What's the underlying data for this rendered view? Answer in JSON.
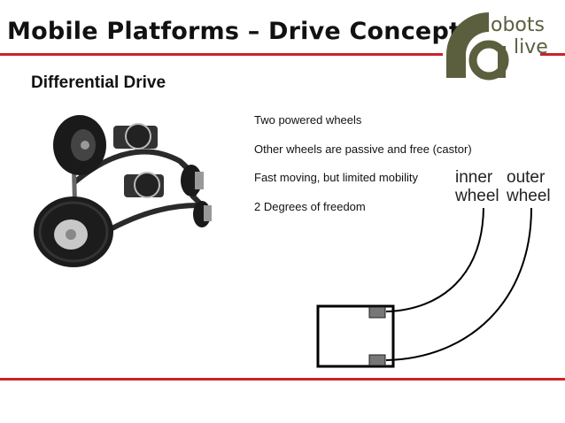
{
  "slide": {
    "title": "Mobile Platforms – Drive Concepts",
    "subtitle": "Differential Drive",
    "bullets": [
      "Two powered wheels",
      "Other wheels are passive and free (castor)",
      "Fast moving, but limited mobility",
      "2 Degrees of freedom"
    ]
  },
  "logo": {
    "text_top": "obots",
    "text_bottom": "live",
    "color": "#5b5f3e"
  },
  "diagram": {
    "inner_label_1": "inner",
    "inner_label_2": "wheel",
    "outer_label_1": "outer",
    "outer_label_2": "wheel"
  },
  "colors": {
    "accent_red": "#cc2229",
    "logo_olive": "#5b5f3e"
  }
}
